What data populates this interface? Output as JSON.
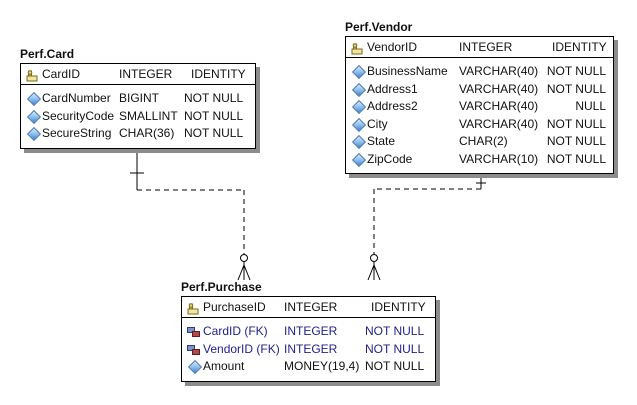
{
  "entities": {
    "card": {
      "title": "Perf.Card",
      "pk": {
        "name": "CardID",
        "type": "INTEGER",
        "constraint": "IDENTITY"
      },
      "attributes": [
        {
          "name": "CardNumber",
          "type": "BIGINT",
          "constraint": "NOT NULL"
        },
        {
          "name": "SecurityCode",
          "type": "SMALLINT",
          "constraint": "NOT NULL"
        },
        {
          "name": "SecureString",
          "type": "CHAR(36)",
          "constraint": "NOT NULL"
        }
      ]
    },
    "vendor": {
      "title": "Perf.Vendor",
      "pk": {
        "name": "VendorID",
        "type": "INTEGER",
        "constraint": "IDENTITY"
      },
      "attributes": [
        {
          "name": "BusinessName",
          "type": "VARCHAR(40)",
          "constraint": "NOT NULL"
        },
        {
          "name": "Address1",
          "type": "VARCHAR(40)",
          "constraint": "NOT NULL"
        },
        {
          "name": "Address2",
          "type": "VARCHAR(40)",
          "constraint": "NULL"
        },
        {
          "name": "City",
          "type": "VARCHAR(40)",
          "constraint": "NOT NULL"
        },
        {
          "name": "State",
          "type": "CHAR(2)",
          "constraint": "NOT NULL"
        },
        {
          "name": "ZipCode",
          "type": "VARCHAR(10)",
          "constraint": "NOT NULL"
        }
      ]
    },
    "purchase": {
      "title": "Perf.Purchase",
      "pk": {
        "name": "PurchaseID",
        "type": "INTEGER",
        "constraint": "IDENTITY"
      },
      "attributes": [
        {
          "name": "CardID (FK)",
          "type": "INTEGER",
          "constraint": "NOT NULL"
        },
        {
          "name": "VendorID (FK)",
          "type": "INTEGER",
          "constraint": "NOT NULL"
        },
        {
          "name": "Amount",
          "type": "MONEY(19,4)",
          "constraint": "NOT NULL"
        }
      ]
    }
  },
  "icons": {
    "primary_key": "key-icon",
    "attribute": "attribute-diamond-icon",
    "foreign_key": "foreign-key-icon"
  },
  "colors": {
    "foreign_key_text": "#1f1f8a",
    "shadow": "#8c8c8c"
  }
}
